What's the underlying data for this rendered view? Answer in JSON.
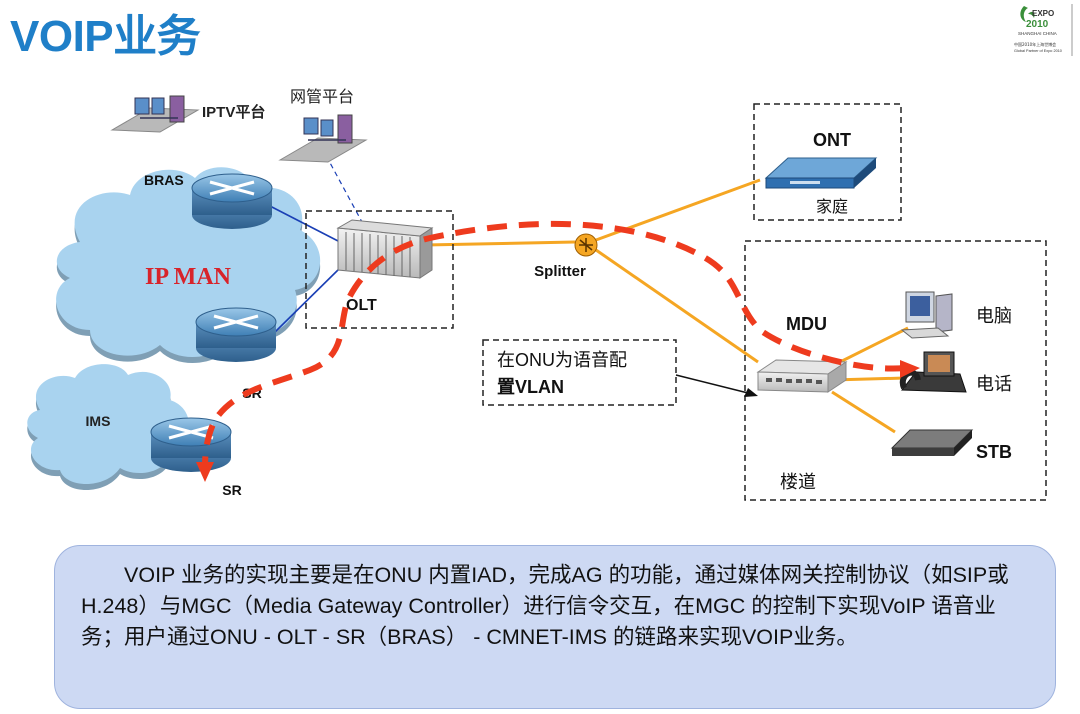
{
  "title": "VOIP业务",
  "logo": {
    "text_line1": "EXPO",
    "text_line2": "2010",
    "text_line3": "SHANGHAI CHINA",
    "text_line4": "中国2010年上海世博会",
    "text_line5": "Global Partner of Expo 2010"
  },
  "nodes": {
    "iptv": "IPTV平台",
    "nms": "网管平台",
    "bras": "BRAS",
    "ip_man": "IP MAN",
    "olt": "OLT",
    "sr1": "SR",
    "ims": "IMS",
    "sr2": "SR",
    "splitter": "Splitter",
    "ont": "ONT",
    "home": "家庭",
    "mdu": "MDU",
    "pc": "电脑",
    "phone": "电话",
    "stb": "STB",
    "building": "楼道"
  },
  "callout": {
    "line1": "在ONU为语音配",
    "line2": "置VLAN"
  },
  "description": "VOIP 业务的实现主要是在ONU 内置IAD，完成AG 的功能，通过媒体网关控制协议（如SIP或H.248）与MGC（Media Gateway Controller）进行信令交互，在MGC 的控制下实现VoIP 语音业务；用户通过ONU - OLT - SR（BRAS） - CMNET-IMS 的链路来实现VOIP业务。",
  "colors": {
    "title": "#1f7fc8",
    "cloud": "#a9d3ef",
    "fiber": "#f5a623",
    "voice_path": "#ee3b1e",
    "ip_man_text": "#d8232a",
    "desc_bg": "#cdd9f3"
  }
}
